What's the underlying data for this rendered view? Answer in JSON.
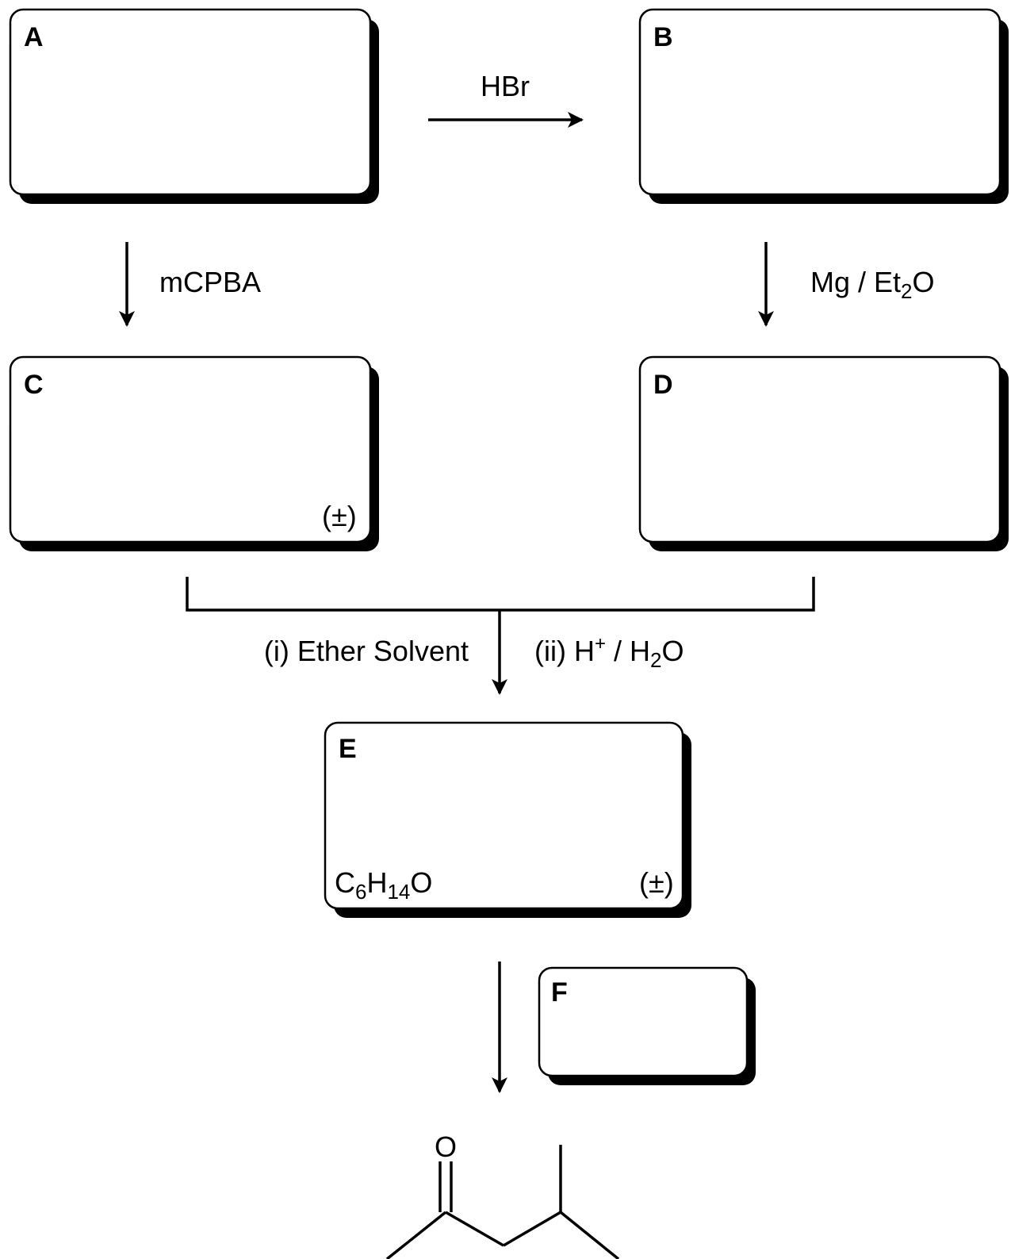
{
  "boxes": {
    "A": {
      "label": "A"
    },
    "B": {
      "label": "B"
    },
    "C": {
      "label": "C",
      "stereo": "(±)"
    },
    "D": {
      "label": "D"
    },
    "E": {
      "label": "E",
      "stereo": "(±)",
      "formula": {
        "c": "C",
        "c_sub": "6",
        "h": "H",
        "h_sub": "14",
        "o": "O"
      }
    },
    "F": {
      "label": "F"
    }
  },
  "reagents": {
    "a_to_b": "HBr",
    "a_to_c": "mCPBA",
    "b_to_d": {
      "main": "Mg / Et",
      "sub": "2",
      "tail": "O"
    },
    "combine_step1": "(i) Ether Solvent",
    "combine_step2": {
      "pre": "(ii) H",
      "sup": "+",
      "mid": " / H",
      "sub": "2",
      "tail": "O"
    }
  },
  "product": {
    "oxygen": "O"
  }
}
